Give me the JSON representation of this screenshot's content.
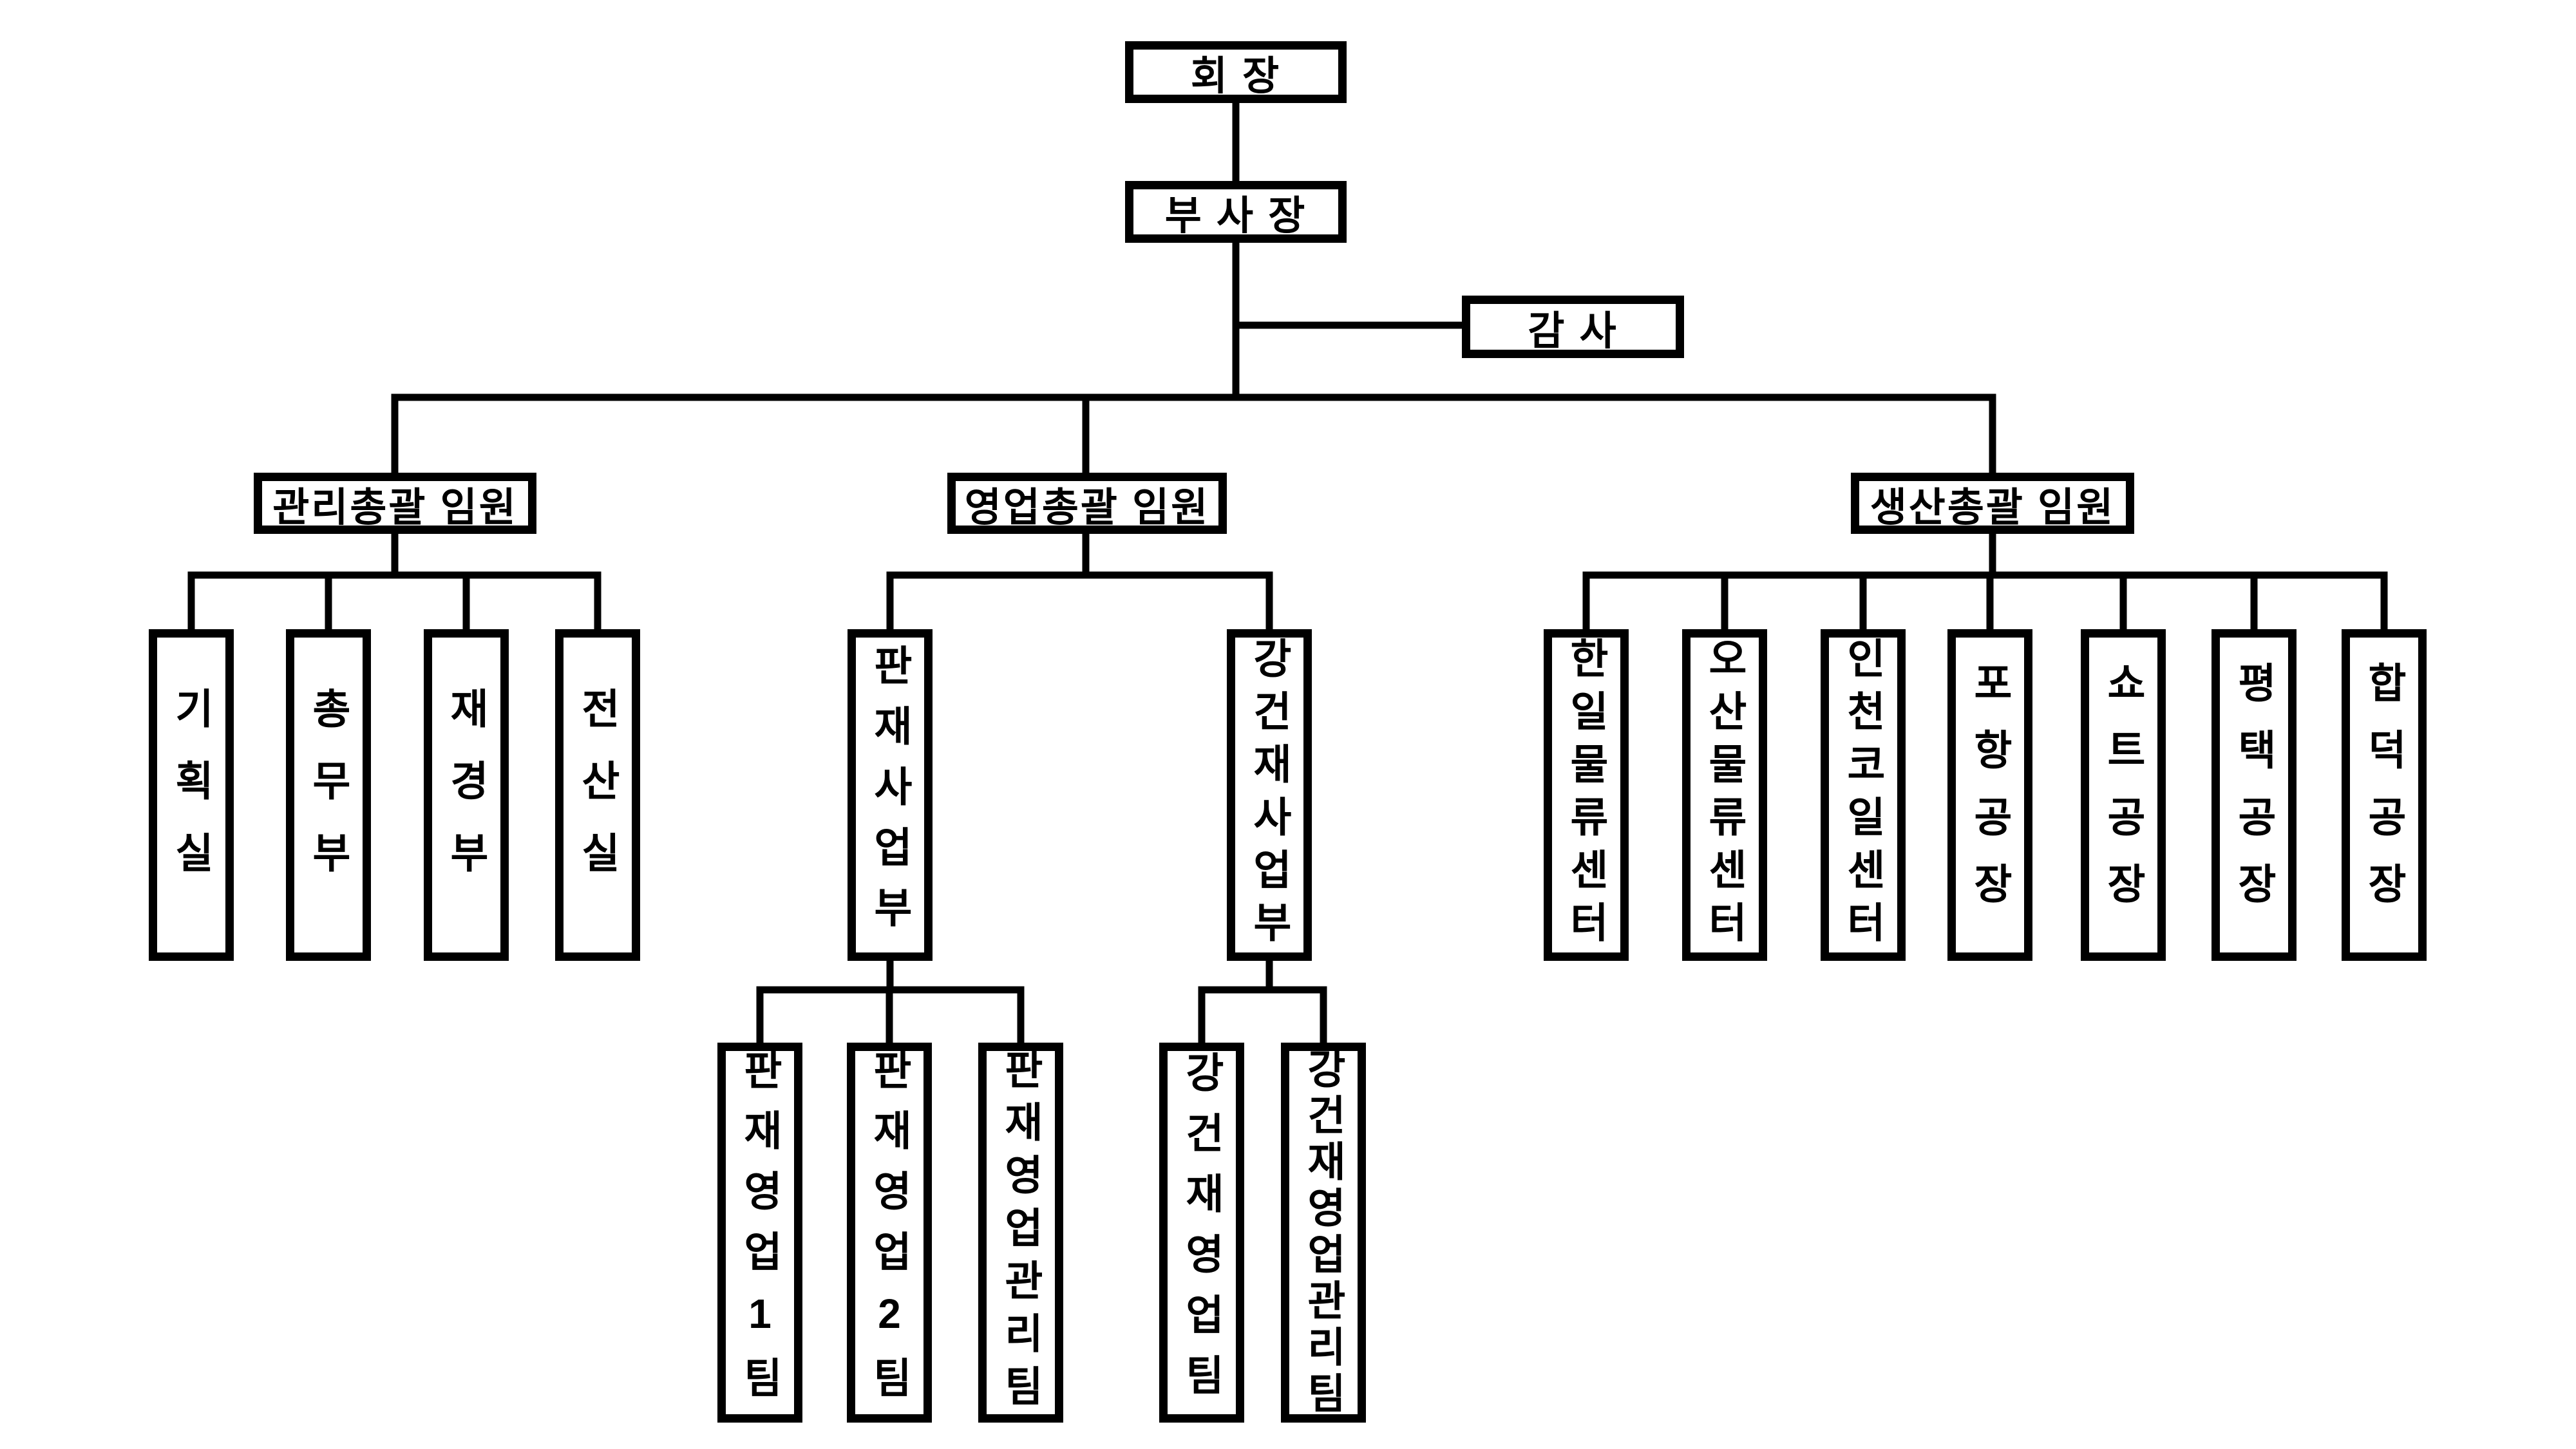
{
  "org_chart": {
    "background_color": "#ffffff",
    "line_color": "#000000",
    "box_border_color": "#000000",
    "box_fill_color": "#ffffff",
    "text_color": "#000000",
    "chairman": "회 장",
    "vice_president": "부 사 장",
    "auditor": "감 사",
    "executives": {
      "admin": "관리총괄 임원",
      "sales": "영업총괄 임원",
      "production": "생산총괄 임원"
    },
    "admin_departments": [
      "기획실",
      "총무부",
      "재경부",
      "전산실"
    ],
    "sales_divisions": [
      "판재사업부",
      "강건재사업부"
    ],
    "plate_sales_teams": [
      "판재영업1팀",
      "판재영업2팀",
      "판재영업관리팀"
    ],
    "steel_sales_teams": [
      "강건재영업팀",
      "강건재영업관리팀"
    ],
    "production_sites": [
      "한일물류센터",
      "오산물류센터",
      "인천코일센터",
      "포항공장",
      "쇼트공장",
      "평택공장",
      "합덕공장"
    ]
  }
}
